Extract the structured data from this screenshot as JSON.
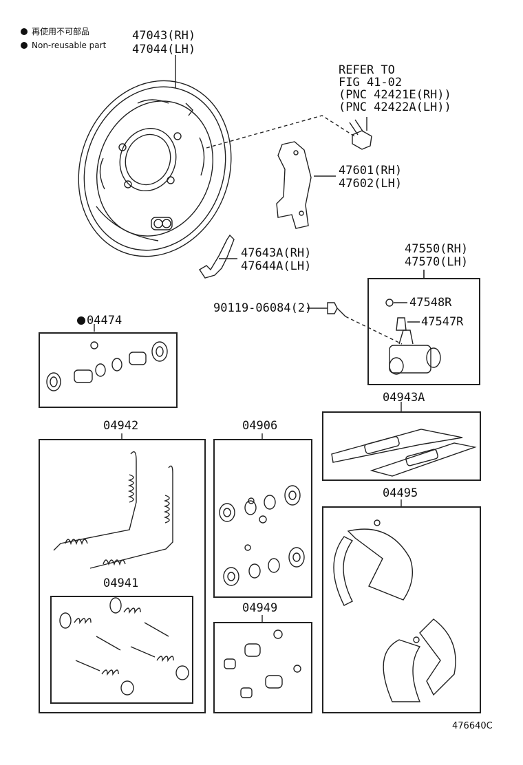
{
  "legend": {
    "items": [
      {
        "text": "再使用不可部品"
      },
      {
        "text": "Non-reusable part"
      }
    ]
  },
  "parts": {
    "backing_plate": {
      "rh": "47043(RH)",
      "lh": "47044(LH)"
    },
    "refer": {
      "line1": "REFER TO",
      "line2": "FIG 41-02",
      "line3": "(PNC 42421E(RH))",
      "line4": "(PNC 42422A(LH))"
    },
    "lever": {
      "rh": "47601(RH)",
      "lh": "47602(LH)"
    },
    "clip": {
      "rh": "47643A(RH)",
      "lh": "47644A(LH)"
    },
    "wheel_cylinder": {
      "rh": "47550(RH)",
      "lh": "47570(LH)"
    },
    "bolt": "90119-06084(2)",
    "cap": "47548R",
    "bleeder": "47547R",
    "kit_04474": "04474",
    "kit_04943A": "04943A",
    "kit_04942": "04942",
    "kit_04906": "04906",
    "kit_04495": "04495",
    "kit_04941": "04941",
    "kit_04949": "04949"
  },
  "figure_ref": "476640C"
}
